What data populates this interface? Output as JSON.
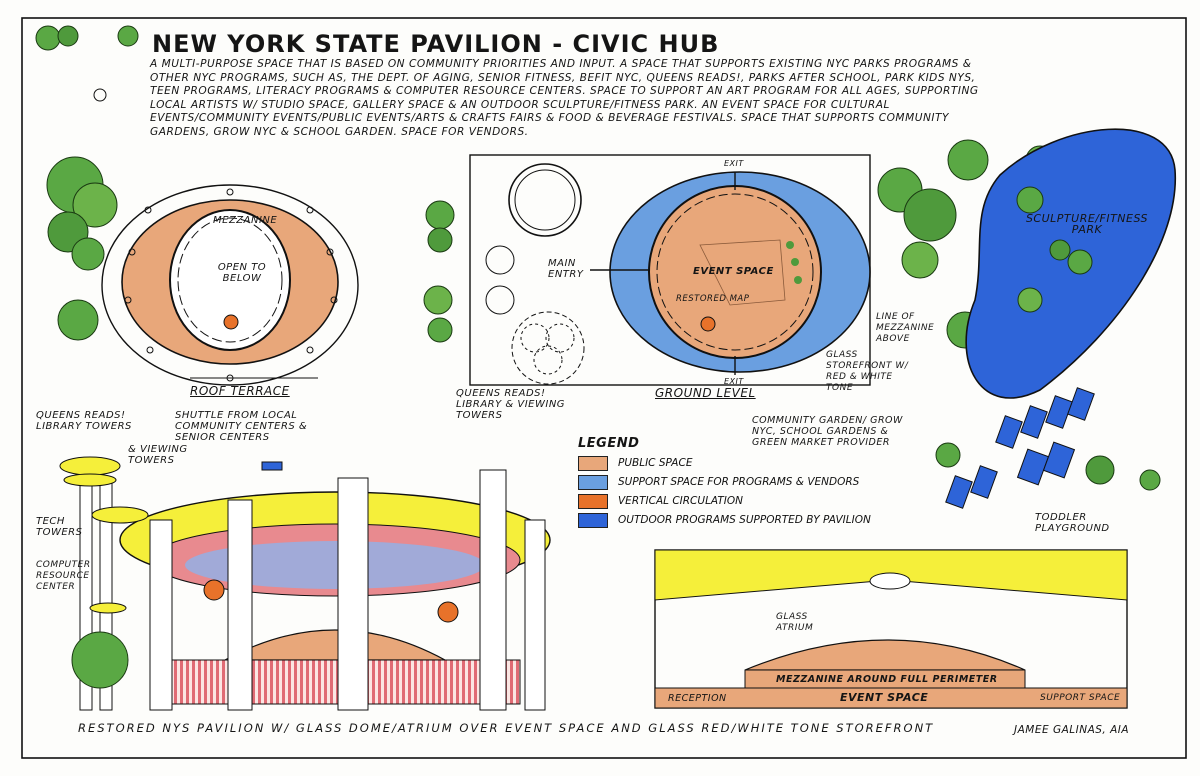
{
  "title": "NEW YORK STATE PAVILION - CIVIC HUB",
  "description": "A MULTI-PURPOSE SPACE THAT IS BASED ON COMMUNITY PRIORITIES AND INPUT. A SPACE THAT SUPPORTS EXISTING NYC PARKS PROGRAMS & OTHER NYC PROGRAMS, SUCH AS, THE DEPT. OF AGING, SENIOR FITNESS, BEFIT NYC, QUEENS READS!, PARKS AFTER SCHOOL, PARK KIDS NYS, TEEN PROGRAMS, LITERACY PROGRAMS & COMPUTER RESOURCE CENTERS. SPACE TO SUPPORT AN ART PROGRAM FOR ALL AGES, SUPPORTING LOCAL ARTISTS W/ STUDIO SPACE, GALLERY SPACE & AN OUTDOOR SCULPTURE/FITNESS PARK. AN EVENT SPACE FOR CULTURAL EVENTS/COMMUNITY EVENTS/PUBLIC EVENTS/ARTS & CRAFTS FAIRS & FOOD & BEVERAGE FESTIVALS. SPACE THAT SUPPORTS COMMUNITY GARDENS, GROW NYC & SCHOOL GARDEN. SPACE FOR VENDORS.",
  "labels": {
    "mezzanine": "MEZZANINE",
    "open_to_below": "OPEN TO BELOW",
    "roof_terrace": "ROOF TERRACE",
    "main_entry": "MAIN ENTRY",
    "event_space": "EVENT SPACE",
    "restored_map": "RESTORED MAP",
    "exit_top": "EXIT",
    "exit_bottom": "EXIT",
    "ground_level": "GROUND LEVEL",
    "line_of_mezzanine": "LINE OF MEZZANINE ABOVE",
    "glass_storefront": "GLASS STOREFRONT W/ RED & WHITE TONE",
    "queens_reads_plan": "QUEENS READS! LIBRARY & VIEWING TOWERS",
    "sculpture_park": "SCULPTURE/FITNESS PARK",
    "community_garden": "COMMUNITY GARDEN/ GROW NYC, SCHOOL GARDENS & GREEN MARKET PROVIDER",
    "toddler_playground": "TODDLER PLAYGROUND",
    "queens_reads_elev": "QUEENS READS! LIBRARY TOWERS",
    "viewing_towers": "& VIEWING TOWERS",
    "shuttle": "SHUTTLE FROM LOCAL COMMUNITY CENTERS & SENIOR CENTERS",
    "tech_towers": "TECH TOWERS",
    "computer_resource": "COMPUTER RESOURCE CENTER",
    "glass_atrium": "GLASS ATRIUM",
    "mezzanine_perimeter": "MEZZANINE AROUND FULL PERIMETER",
    "reception": "RECEPTION",
    "event_space_section": "EVENT SPACE",
    "support_space": "SUPPORT SPACE"
  },
  "legend": {
    "title": "LEGEND",
    "items": [
      {
        "label": "PUBLIC SPACE",
        "color": "#e8a77a"
      },
      {
        "label": "SUPPORT SPACE FOR PROGRAMS & VENDORS",
        "color": "#6a9fe0"
      },
      {
        "label": "VERTICAL CIRCULATION",
        "color": "#e8722a"
      },
      {
        "label": "OUTDOOR PROGRAMS SUPPORTED BY PAVILION",
        "color": "#2e64d8"
      }
    ]
  },
  "footer": "RESTORED NYS PAVILION W/ GLASS DOME/ATRIUM OVER EVENT SPACE AND GLASS RED/WHITE TONE STOREFRONT",
  "signature": "JAMEE GALINAS, AIA",
  "colors": {
    "public": "#e8a77a",
    "support": "#6a9fe0",
    "circulation": "#e8722a",
    "outdoor": "#2e64d8",
    "tree": "#4f9a3c",
    "roof_yellow": "#f5ef3a"
  }
}
